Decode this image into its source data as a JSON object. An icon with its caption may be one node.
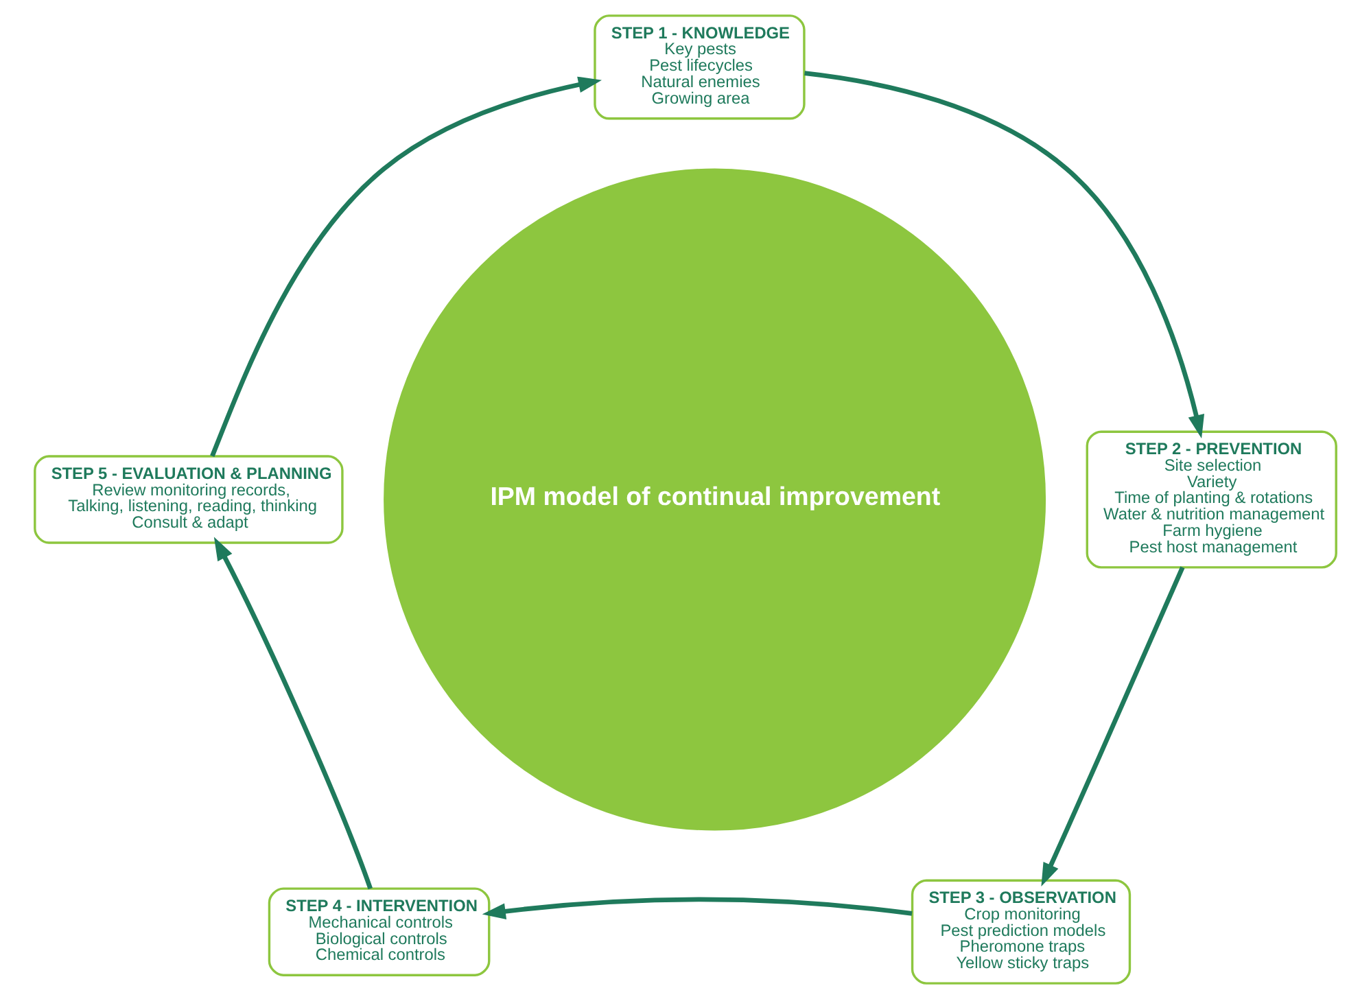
{
  "diagram": {
    "nodes": [
      {
        "text": [
          "STEP 1 - KNOWLEDGE",
          "Key pests",
          "Pest lifecycles",
          "Natural enemies",
          "Growing area"
        ]
      },
      {
        "text": [
          "STEP 5 - EVALUATION & PLANNING",
          "Review monitoring records,",
          "Talking, listening, reading, thinking",
          "Consult & adapt"
        ]
      },
      {
        "text": [
          "IPM model of continual improvement"
        ]
      },
      {
        "text": [
          "STEP 2 - PREVENTION",
          "Site selection",
          "Variety",
          "Time of planting & rotations",
          "Water & nutrition management",
          "Farm hygiene",
          "Pest host management"
        ]
      },
      {
        "text": [
          "STEP 4 - INTERVENTION",
          "Mechanical controls",
          "Biological controls",
          "Chemical controls"
        ]
      },
      {
        "text": [
          "STEP 3 - OBSERVATION",
          "Crop monitoring",
          "Pest prediction models",
          "Pheromone traps",
          "Yellow sticky traps"
        ]
      }
    ],
    "edges": [
      {
        "from": 0,
        "to": 3,
        "arrow": "to"
      },
      {
        "from": 3,
        "to": 5,
        "arrow": "to"
      },
      {
        "from": 5,
        "to": 4,
        "arrow": "to"
      },
      {
        "from": 4,
        "to": 1,
        "arrow": "to"
      },
      {
        "from": 1,
        "to": 0,
        "arrow": "to"
      }
    ]
  }
}
